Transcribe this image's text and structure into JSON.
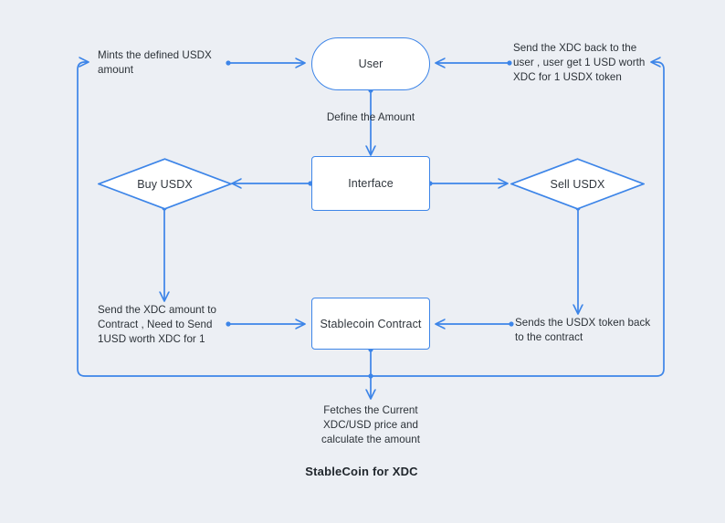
{
  "diagram": {
    "title": "StableCoin for XDC",
    "background_color": "#eceff4",
    "line_color": "#3d85e8",
    "node_fill": "#ffffff",
    "text_color": "#30363d",
    "nodes": {
      "user": "User",
      "interface": "Interface",
      "buy": "Buy USDX",
      "sell": "Sell USDX",
      "contract": "Stablecoin Contract"
    },
    "labels": {
      "mint": "Mints the defined USDX\namount",
      "send_back": "Send the XDC back to the\nuser , user get 1 USD worth\nXDC for 1 USDX token",
      "define_amount": "Define the Amount",
      "send_xdc": "Send the XDC amount to\nContract , Need to Send\n1USD worth XDC for 1",
      "sends_usdx": "Sends the USDX token back\nto the contract",
      "fetches": "Fetches the Current\nXDC/USD price and\ncalculate the amount"
    }
  }
}
